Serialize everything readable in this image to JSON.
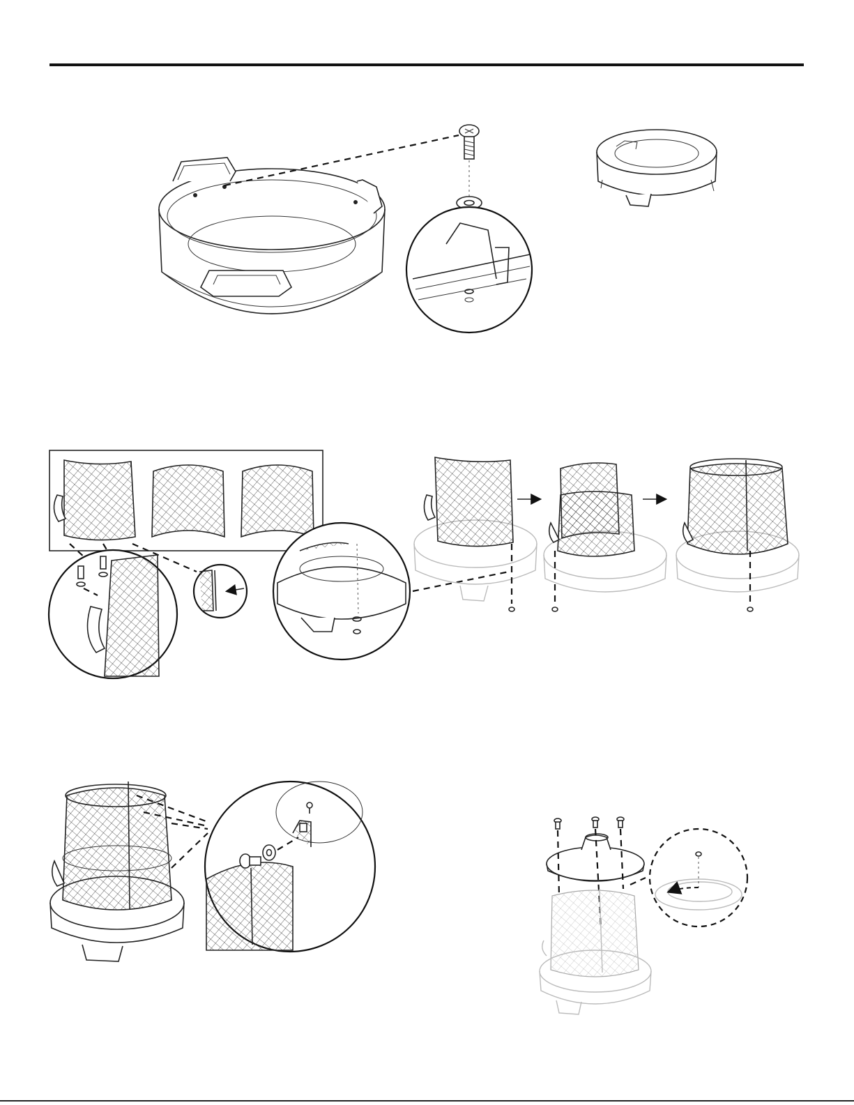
{
  "manual_page": {
    "colors": {
      "line": "#222222",
      "background": "#ffffff",
      "faint": "#bbbbbb"
    },
    "steps": [
      {
        "id": "step-1",
        "parts": [
          "bowl",
          "bolt",
          "washer",
          "detail-circle",
          "assembled-bowl"
        ]
      },
      {
        "id": "step-2",
        "parts": [
          "mesh-panel-with-handle",
          "mesh-panel",
          "mesh-panel",
          "detail-circle",
          "detail-circle",
          "detail-circle",
          "sequence-arrows"
        ]
      },
      {
        "id": "step-3",
        "parts": [
          "mesh-cylinder-on-bowl",
          "detail-circle",
          "bolt",
          "washer"
        ]
      },
      {
        "id": "step-4",
        "parts": [
          "lid",
          "bolts",
          "assembled-pit",
          "dashed-detail-circle"
        ]
      }
    ]
  }
}
